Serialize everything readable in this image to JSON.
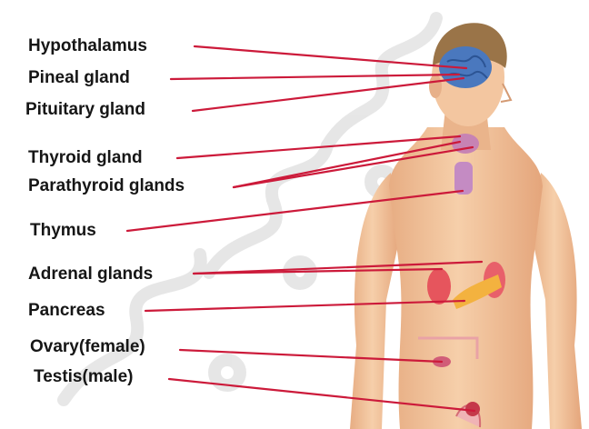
{
  "diagram": {
    "labels": {
      "hypothalamus": "Hypothalamus",
      "pineal": "Pineal gland",
      "pituitary": "Pituitary gland",
      "thyroid": "Thyroid gland",
      "parathyroid": "Parathyroid glands",
      "thymus": "Thymus",
      "adrenal": "Adrenal glands",
      "pancreas": "Pancreas",
      "ovary": "Ovary(female)",
      "testis": "Testis(male)"
    },
    "leader_color": "#cc1a3a",
    "skin_color": "#f2c29b",
    "hair_color": "#9a7448",
    "brain_color": "#4a78be",
    "watermark_color": "#cfcfcf"
  }
}
